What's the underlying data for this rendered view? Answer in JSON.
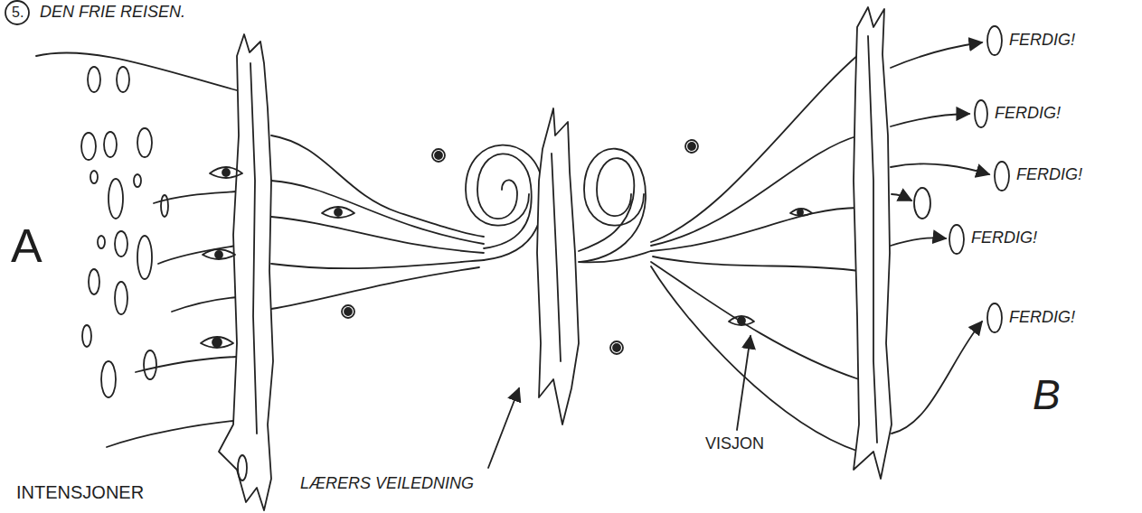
{
  "diagram": {
    "title": "DEN FRIE REISEN.",
    "labels": [
      "5.",
      "A",
      "INTENSJONER",
      "LÆRERS VEILEDNING",
      "VISJON",
      "FERDIG!",
      "FERDIG!",
      "FERDIG!",
      "FERDIG!",
      "FERDIG!",
      "B"
    ]
  }
}
